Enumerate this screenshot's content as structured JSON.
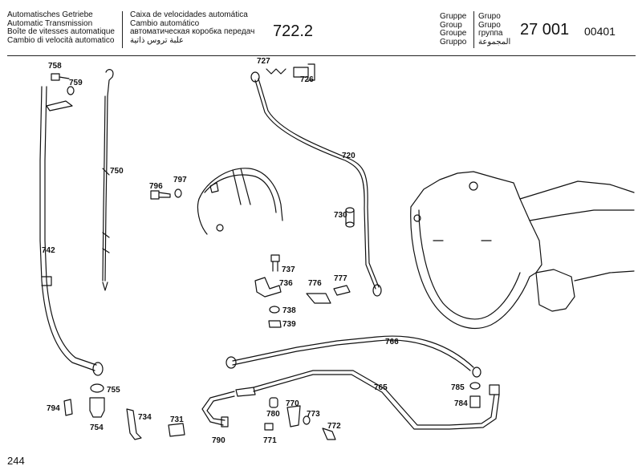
{
  "header": {
    "titles_left": [
      "Automatisches Getriebe",
      "Automatic Transmission",
      "Boîte de vitesses automatique",
      "Cambio di velocità automatico"
    ],
    "titles_right": [
      "Caixa de velocidades automática",
      "Cambio automático",
      "автоматическая коробка передач",
      "علبة تروس ذاتية"
    ],
    "model": "722.2",
    "group_labels_left": [
      "Gruppe",
      "Group",
      "Groupe",
      "Gruppo"
    ],
    "group_labels_right": [
      "Grupo",
      "Grupo",
      "группа",
      "المجموعة"
    ],
    "group_number": "27 001",
    "code": "00401"
  },
  "page_number": "244",
  "diagram": {
    "labels": {
      "p758": "758",
      "p759": "759",
      "p742": "742",
      "p750": "750",
      "p796": "796",
      "p797": "797",
      "p727": "727",
      "p726": "726",
      "p720": "720",
      "p730": "730",
      "p737": "737",
      "p736": "736",
      "p776": "776",
      "p777": "777",
      "p738": "738",
      "p739": "739",
      "p766": "766",
      "p765": "765",
      "p785": "785",
      "p784": "784",
      "p755": "755",
      "p794": "794",
      "p754": "754",
      "p734": "734",
      "p731": "731",
      "p790": "790",
      "p780": "780",
      "p770": "770",
      "p773": "773",
      "p771": "771",
      "p772": "772"
    }
  }
}
